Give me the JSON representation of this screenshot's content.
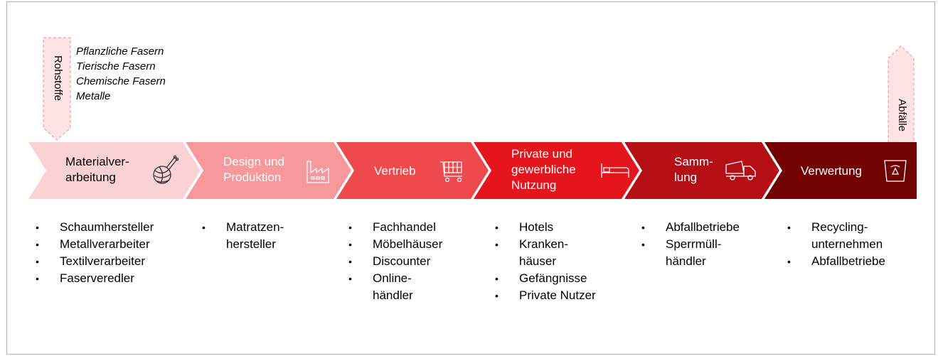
{
  "raw_materials": {
    "label": "Rohstoffe",
    "items": [
      "Pflanzliche Fasern",
      "Tierische Fasern",
      "Chemische Fasern",
      "Metalle"
    ]
  },
  "waste": {
    "label": "Abfälle"
  },
  "colors": {
    "step1": "#fbd2d4",
    "step2": "#f6989c",
    "step3": "#ee4a4e",
    "step4": "#e4151c",
    "step5": "#b30f15",
    "step6": "#710000",
    "side_arrow_fill": "#fde3e4",
    "side_arrow_stroke": "#f3a0a3"
  },
  "steps": [
    {
      "label": "Materialver-\narbeitung",
      "icon": "yarn-ball-icon",
      "items": [
        "Schaumhersteller",
        "Metallverarbeiter",
        "Textilverarbeiter",
        "Faserveredler"
      ]
    },
    {
      "label": "Design und\nProduktion",
      "icon": "factory-icon",
      "items": [
        "Matratzen-\nhersteller"
      ]
    },
    {
      "label": "Vertrieb",
      "icon": "shopping-cart-icon",
      "items": [
        "Fachhandel",
        "Möbelhäuser",
        "Discounter",
        "Online-\nhändler"
      ]
    },
    {
      "label": "Private und\ngewerbliche\nNutzung",
      "icon": "bed-icon",
      "items": [
        "Hotels",
        "Kranken-\nhäuser",
        "Gefängnisse",
        "Private Nutzer"
      ]
    },
    {
      "label": "Samm-\nlung",
      "icon": "truck-icon",
      "items": [
        "Abfallbetriebe",
        "Sperrmüll-\nhändler"
      ]
    },
    {
      "label": "Verwertung",
      "icon": "recycling-bin-icon",
      "items": [
        "Recycling-\nunternehmen",
        "Abfallbetriebe"
      ]
    }
  ]
}
